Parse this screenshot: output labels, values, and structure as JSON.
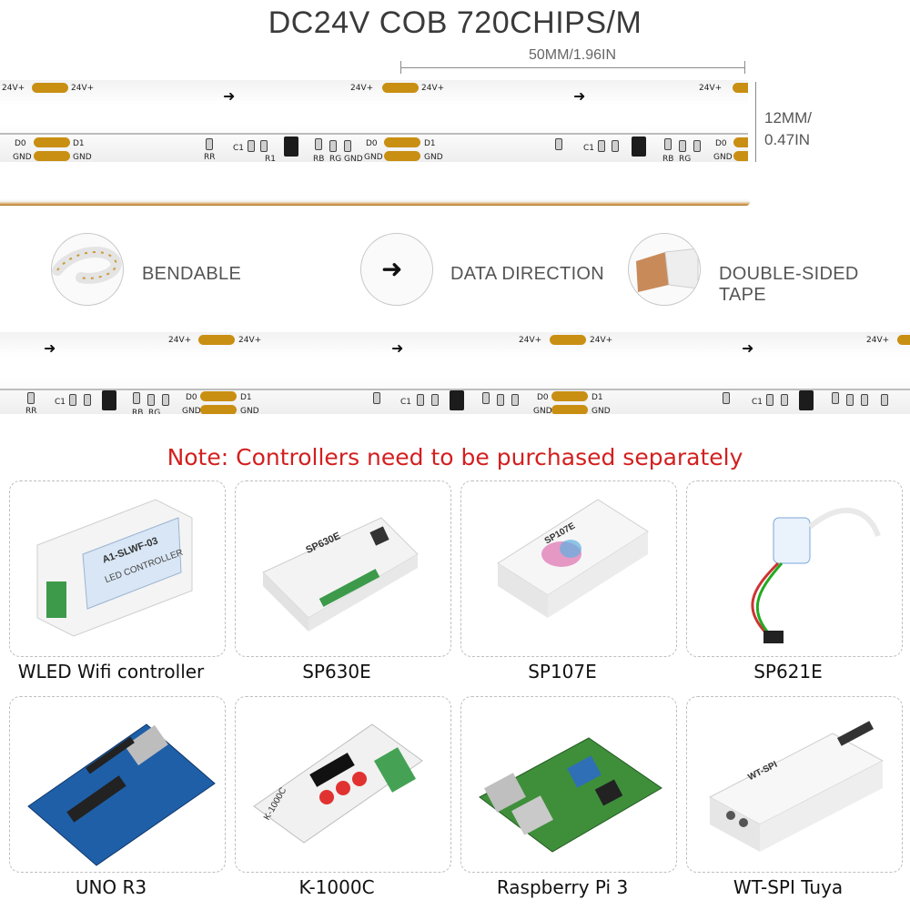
{
  "title": "DC24V COB 720CHIPS/M",
  "dimensions": {
    "width": "50MM/1.96IN",
    "height_line1": "12MM/",
    "height_line2": "0.47IN"
  },
  "strip_labels": {
    "v_plus": "24V+",
    "d0": "D0",
    "d1": "D1",
    "gnd": "GND",
    "c1": "C1",
    "r1": "R1",
    "rr": "RR",
    "rb": "RB",
    "rg": "RG"
  },
  "features": [
    {
      "label": "BENDABLE"
    },
    {
      "label": "DATA DIRECTION"
    },
    {
      "label": "DOUBLE-SIDED TAPE"
    }
  ],
  "note": "Note: Controllers need to be purchased separately",
  "controllers": [
    {
      "name": "WLED Wifi controller",
      "device_label": "A1-SLWF-03",
      "device_sub": "LED CONTROLLER"
    },
    {
      "name": "SP630E",
      "device_label": "SP630E"
    },
    {
      "name": "SP107E",
      "device_label": "SP107E"
    },
    {
      "name": "SP621E"
    },
    {
      "name": "UNO R3"
    },
    {
      "name": "K-1000C",
      "device_label": "K-1000C"
    },
    {
      "name": "Raspberry Pi 3"
    },
    {
      "name": "WT-SPI Tuya",
      "device_label": "WT-SPI"
    }
  ],
  "colors": {
    "note": "#d31f1f",
    "pad": "#c98f13",
    "title": "#3a3a3a"
  }
}
